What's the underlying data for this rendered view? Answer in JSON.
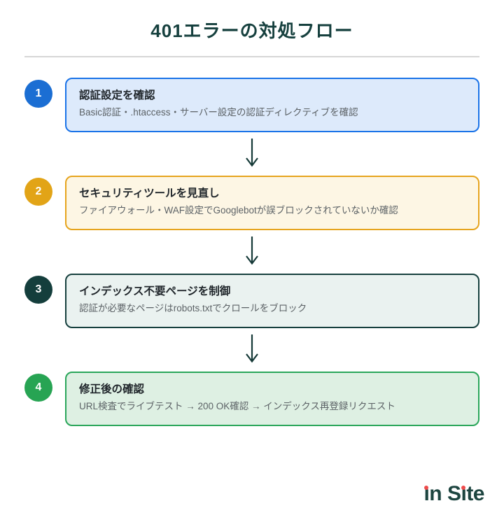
{
  "page": {
    "title": "401エラーの対処フロー"
  },
  "steps": [
    {
      "number": "1",
      "title": "認証設定を確認",
      "description": "Basic認証・.htaccess・サーバー設定の認証ディレクティブを確認",
      "accent_color": "#1a73e8",
      "background_color": "#ddeafb"
    },
    {
      "number": "2",
      "title": "セキュリティツールを見直し",
      "description": "ファイアウォール・WAF設定でGooglebotが誤ブロックされていないか確認",
      "accent_color": "#e6a41d",
      "background_color": "#fdf6e4"
    },
    {
      "number": "3",
      "title": "インデックス不要ページを制御",
      "description": "認証が必要なページはrobots.txtでクロールをブロック",
      "accent_color": "#16403e",
      "background_color": "#eaf2f0"
    },
    {
      "number": "4",
      "title": "修正後の確認",
      "description": "URL検査でライブテスト → 200 OK確認 → インデックス再登録リクエスト",
      "accent_color": "#2aa65a",
      "background_color": "#def0e3"
    }
  ],
  "arrow_color": "#163a38",
  "logo": {
    "text": "in Site",
    "text_color": "#1d4540",
    "dot_color": "#ef4b4b"
  }
}
